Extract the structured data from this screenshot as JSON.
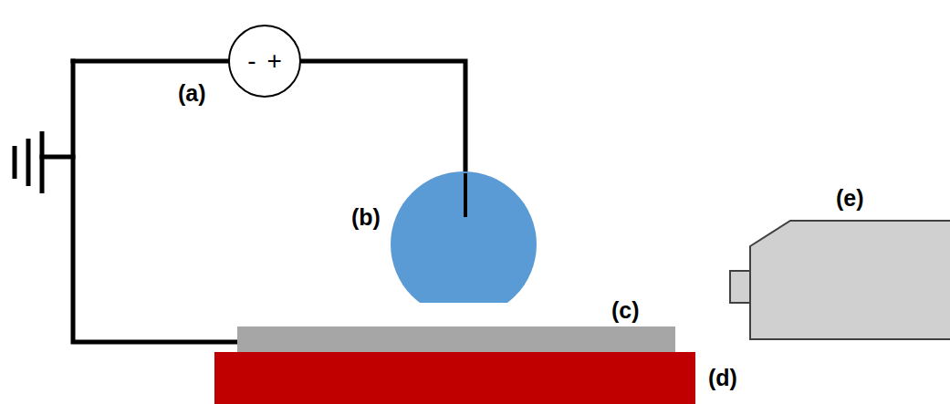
{
  "diagram": {
    "nodes": [
      {
        "text": [
          "-",
          "+"
        ]
      }
    ],
    "labels": [
      "(a)",
      "(b)",
      "(c)",
      "(d)",
      "(e)"
    ]
  }
}
